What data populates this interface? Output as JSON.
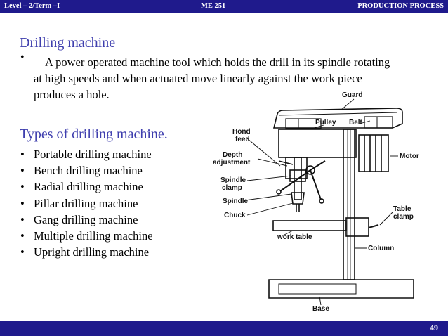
{
  "header": {
    "left": "Level – 2/Term –I",
    "center": "ME 251",
    "right": "PRODUCTION PROCESS"
  },
  "footer": {
    "page_number": "49"
  },
  "section1": {
    "title": "Drilling machine",
    "bullet": "•",
    "text": "A power operated machine tool which holds the drill in its spindle rotating at high speeds and when actuated move linearly against the work piece produces a hole."
  },
  "section2": {
    "title": "Types of drilling machine.",
    "items": [
      "Portable drilling machine",
      "Bench drilling machine",
      "Radial drilling machine",
      "Pillar drilling machine",
      "Gang drilling machine",
      "Multiple drilling machine",
      "Upright drilling machine"
    ]
  },
  "diagram": {
    "labels": {
      "guard": "Guard",
      "pulley": "Pulley",
      "belt": "Belt",
      "hand_feed_1": "Hond",
      "hand_feed_2": "feed",
      "depth_1": "Depth",
      "depth_2": "adjustment",
      "motor": "Motor",
      "spindle_clamp_1": "Spindle",
      "spindle_clamp_2": "clamp",
      "spindle": "Spindle",
      "chuck": "Chuck",
      "table_clamp_1": "Table",
      "table_clamp_2": "clamp",
      "work_table": "work table",
      "column": "Column",
      "base": "Base"
    }
  }
}
